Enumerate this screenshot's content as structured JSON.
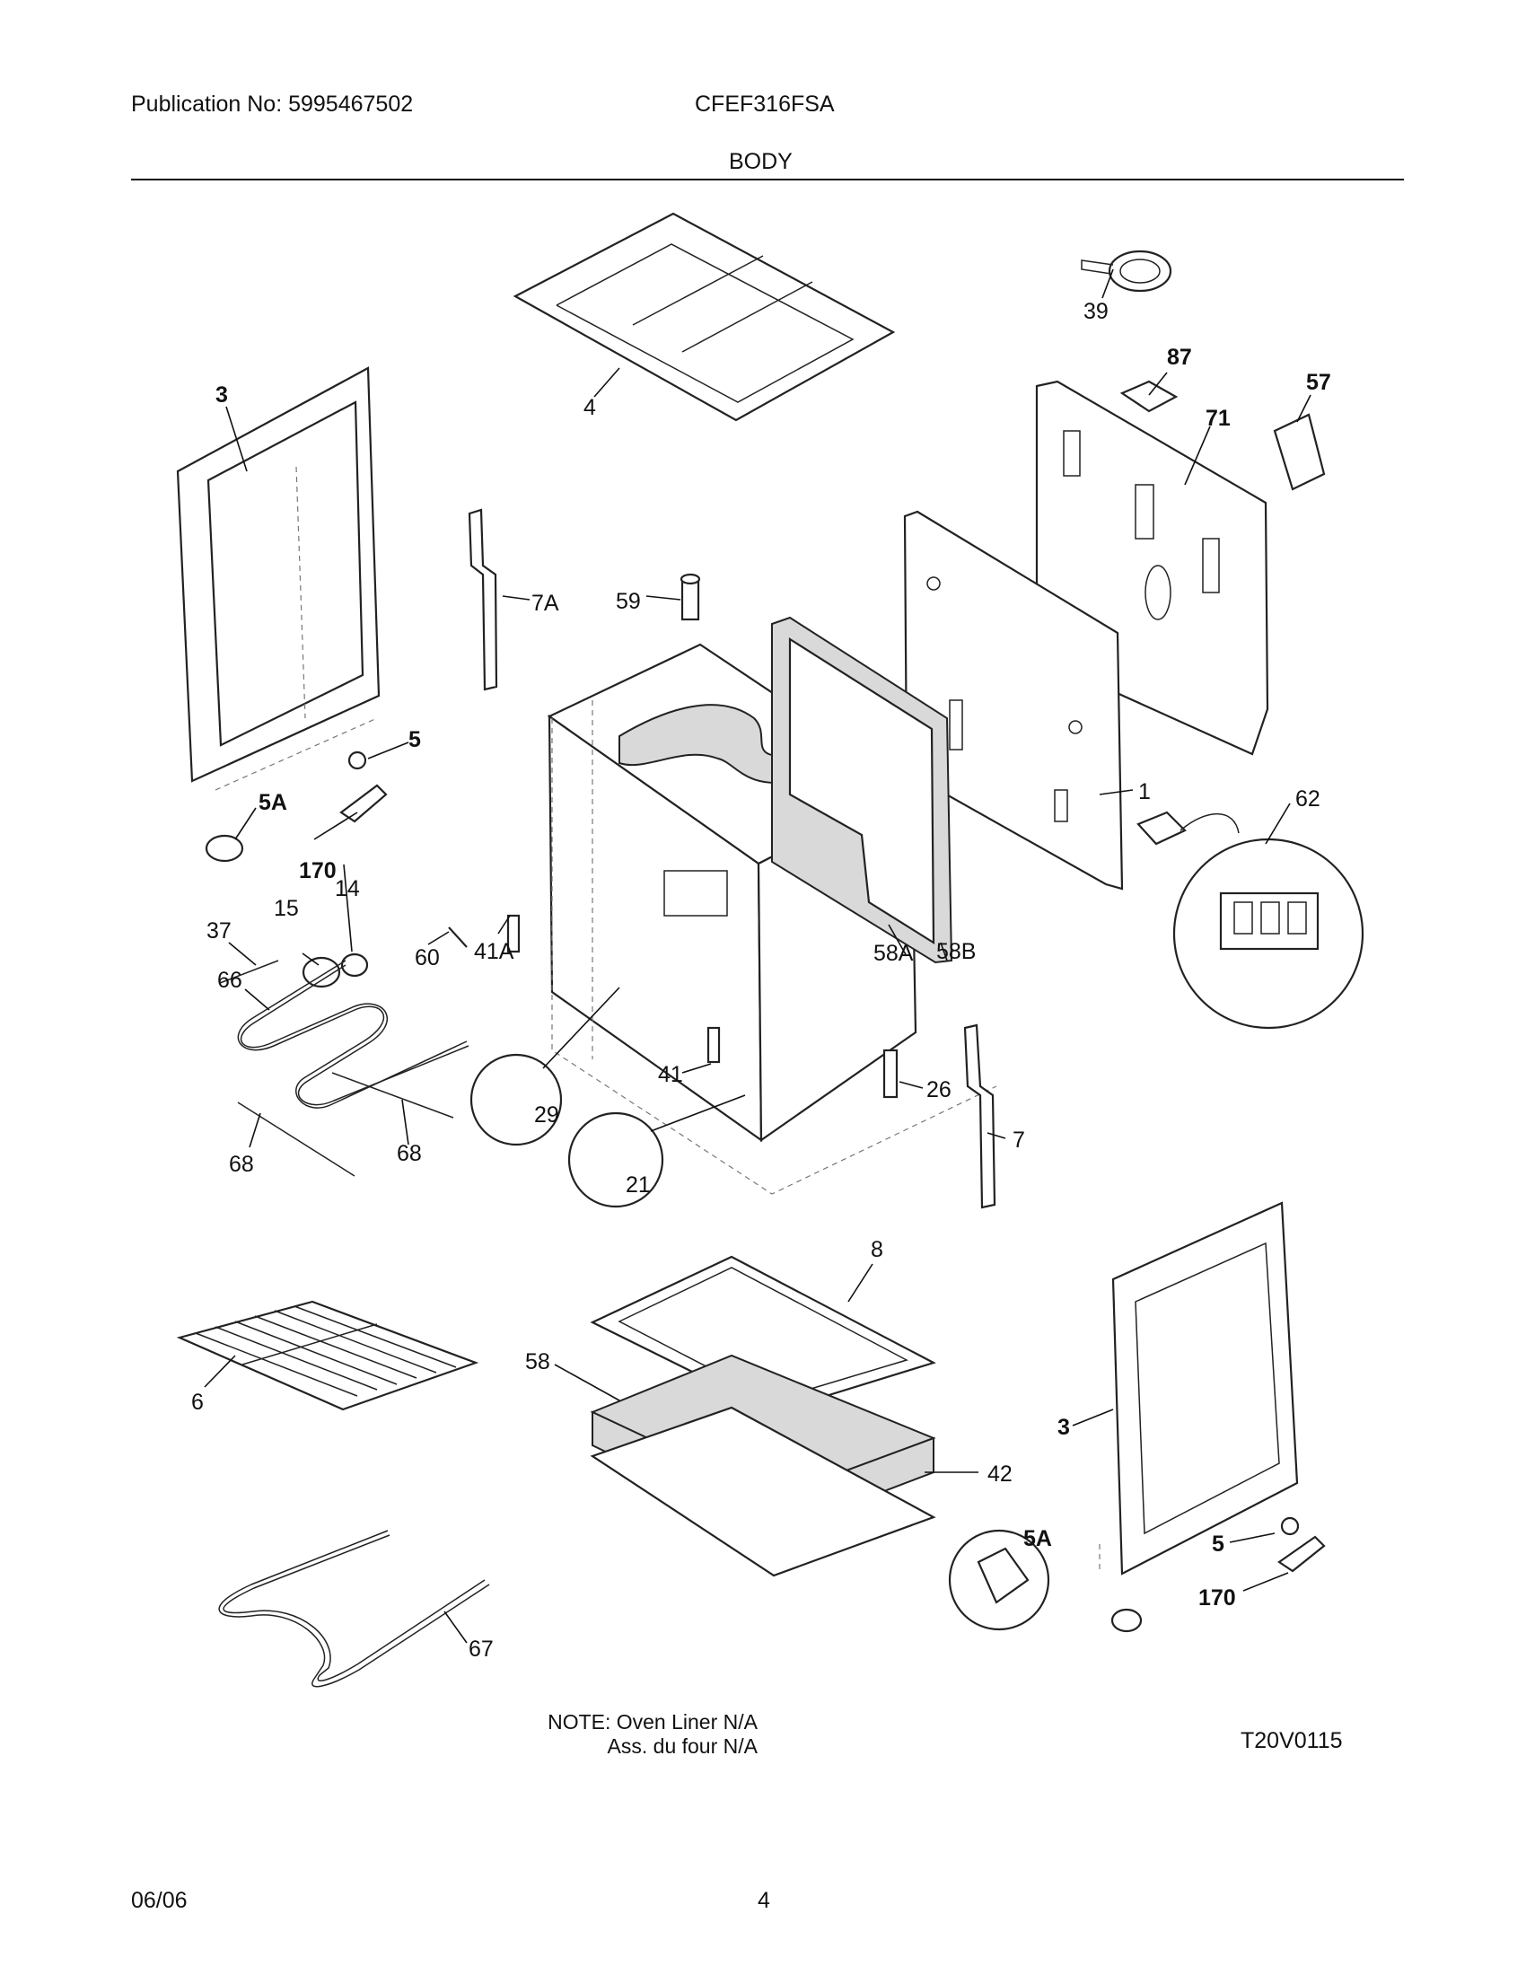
{
  "header": {
    "publication": "Publication No: 5995467502",
    "model": "CFEF316FSA",
    "section_title": "BODY"
  },
  "callouts": {
    "c3_left": "3",
    "c4": "4",
    "c39": "39",
    "c87": "87",
    "c57": "57",
    "c71": "71",
    "c7A": "7A",
    "c59": "59",
    "c5_left": "5",
    "c5A_left": "5A",
    "c170_left": "170",
    "c1": "1",
    "c62": "62",
    "c15": "15",
    "c14": "14",
    "c37": "37",
    "c60": "60",
    "c41A": "41A",
    "c58A": "58A",
    "c58B": "58B",
    "c66": "66",
    "c41": "41",
    "c26": "26",
    "c7": "7",
    "c29": "29",
    "c21": "21",
    "c68_left": "68",
    "c68_right": "68",
    "c8": "8",
    "c6": "6",
    "c58": "58",
    "c42": "42",
    "c3_right": "3",
    "c5_right": "5",
    "c5A_right": "5A",
    "c170_right": "170",
    "c67": "67"
  },
  "note": {
    "line1": "NOTE: Oven Liner N/A",
    "line2": "Ass. du four N/A"
  },
  "diagram_code": "T20V0115",
  "footer": {
    "date": "06/06",
    "page": "4"
  }
}
